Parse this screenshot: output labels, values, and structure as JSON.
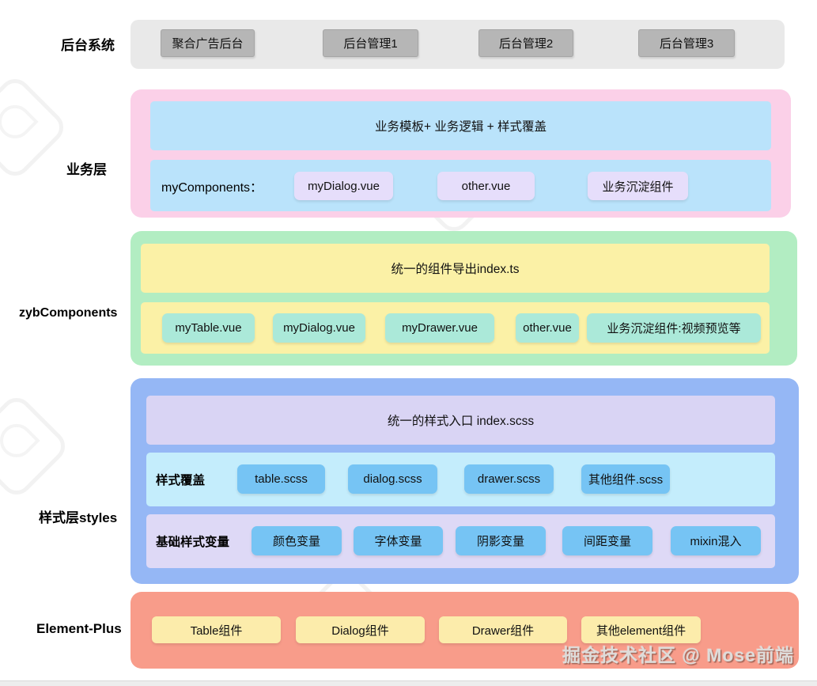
{
  "layers": {
    "backend": {
      "label": "后台系统",
      "items": [
        "聚合广告后台",
        "后台管理1",
        "后台管理2",
        "后台管理3"
      ]
    },
    "business": {
      "label": "业务层",
      "row1": "业务模板+ 业务逻辑 + 样式覆盖",
      "row2_label": "myComponents：",
      "row2_items": [
        "myDialog.vue",
        "other.vue",
        "业务沉淀组件"
      ]
    },
    "zyb": {
      "label": "zybComponents",
      "row1": "统一的组件导出index.ts",
      "row2_items": [
        "myTable.vue",
        "myDialog.vue",
        "myDrawer.vue",
        "other.vue",
        "业务沉淀组件:视频预览等"
      ]
    },
    "styles": {
      "label": "样式层styles",
      "row1": "统一的样式入口 index.scss",
      "row2_label": "样式覆盖",
      "row2_items": [
        "table.scss",
        "dialog.scss",
        "drawer.scss",
        "其他组件.scss"
      ],
      "row3_label": "基础样式变量",
      "row3_items": [
        "颜色变量",
        "字体变量",
        "阴影变量",
        "间距变量",
        "mixin混入"
      ]
    },
    "element_plus": {
      "label": "Element-Plus",
      "items": [
        "Table组件",
        "Dialog组件",
        "Drawer组件",
        "其他element组件"
      ]
    }
  },
  "footer": {
    "watermark_text": "掘金技术社区 @ Mose前端"
  },
  "colors": {
    "backend_container": "#e9e9e9",
    "backend_box": "#b6b6b6",
    "business_container": "#fbd0e8",
    "business_row": "#bae3fb",
    "business_box": "#e6defb",
    "zyb_container": "#b2edc2",
    "zyb_row": "#fbf1a6",
    "zyb_box": "#abe9d9",
    "styles_container": "#95b7f5",
    "styles_entry_row": "#d9d4f4",
    "styles_override_row": "#c4edfc",
    "styles_vars_row": "#ded9f6",
    "styles_box": "#76c4f4",
    "element_container": "#f89c8a",
    "element_box": "#fcecab"
  }
}
